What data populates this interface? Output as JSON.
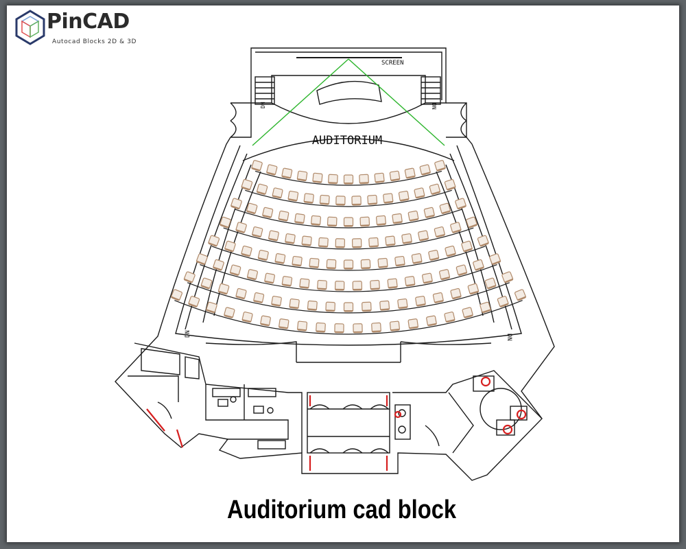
{
  "brand": {
    "name": "PinCAD",
    "tagline": "Autocad Blocks 2D & 3D"
  },
  "plan": {
    "screen_label": "SCREEN",
    "room_label": "AUDITORIUM",
    "stair_label": "DN",
    "seat_rows": [
      13,
      14,
      15,
      16,
      17,
      18,
      19,
      20
    ],
    "colors": {
      "line": "#1a1a1a",
      "sightline": "#2db52d",
      "seat": "#b08a6a",
      "door_accent": "#d61f1f"
    }
  },
  "caption": "Auditorium cad block"
}
